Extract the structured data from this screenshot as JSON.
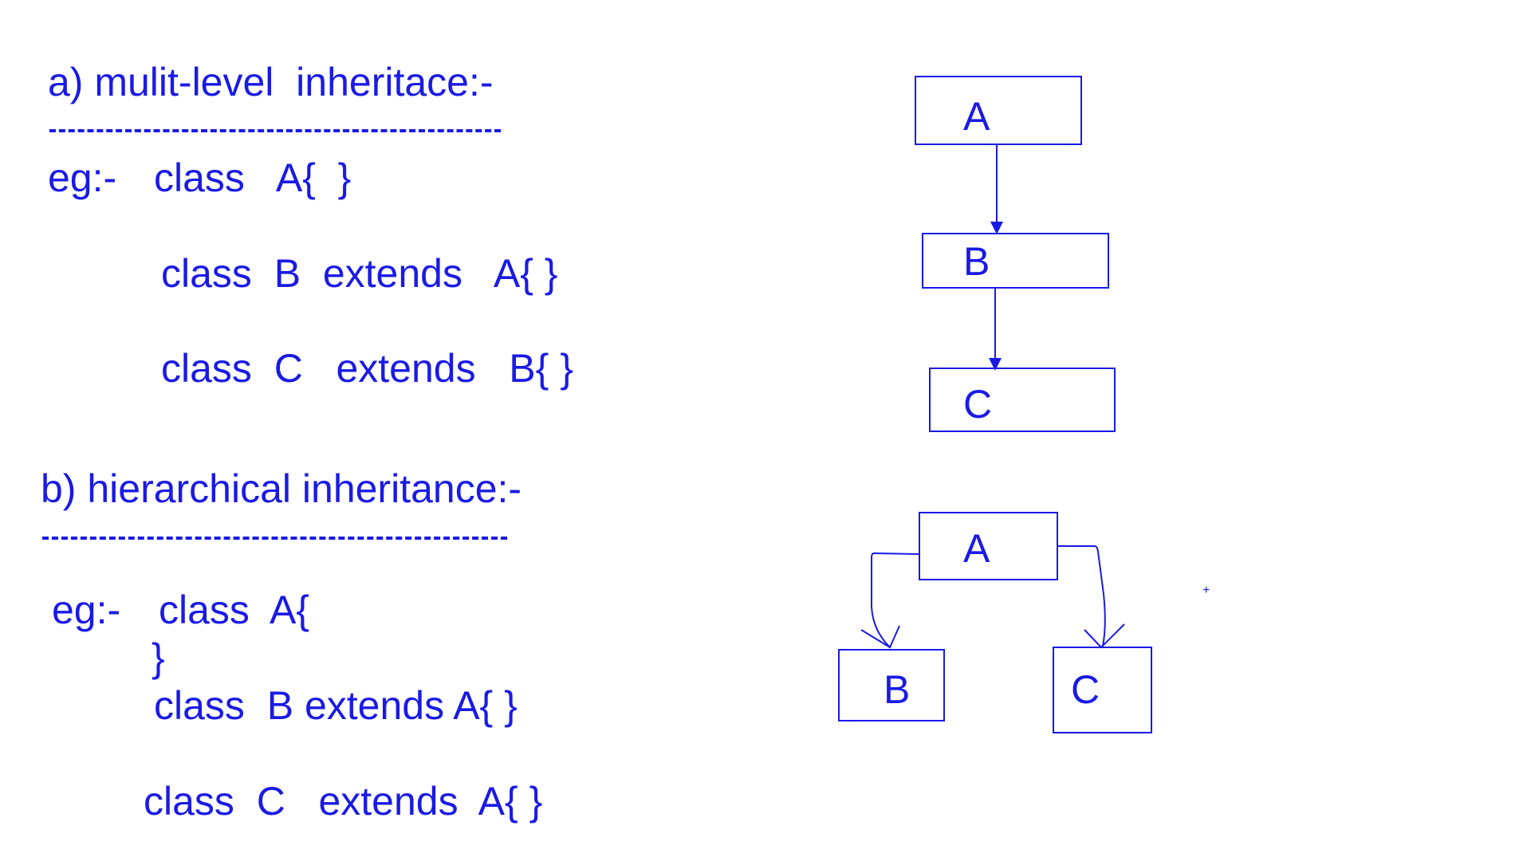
{
  "section_a": {
    "heading": "a) mulit-level  inheritace:-",
    "code": {
      "prefix": "eg:-",
      "line1": "class   A{  }",
      "line2": "class  B  extends   A{ }",
      "line3": "class  C   extends   B{ }"
    },
    "diagram": {
      "box_a": "A",
      "box_b": "B",
      "box_c": "C"
    }
  },
  "section_b": {
    "heading": "b) hierarchical inheritance:-",
    "code": {
      "prefix": "eg:-",
      "line1": "class  A{",
      "line2": "}",
      "line3": "class  B extends A{ }",
      "line4": "class  C   extends  A{ }"
    },
    "diagram": {
      "box_a": "A",
      "box_b": "B",
      "box_c": "C",
      "mark": "+"
    }
  },
  "colors": {
    "ink": "#1a1ae6",
    "background": "#ffffff"
  }
}
